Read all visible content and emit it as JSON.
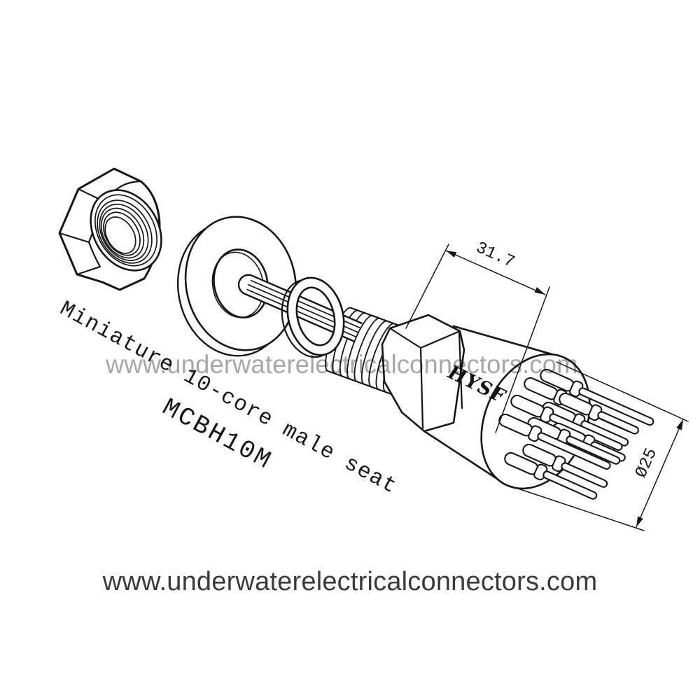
{
  "labels": {
    "product": "Miniature 10-core male seat",
    "model": "MCBH10M",
    "brand": "HYSF"
  },
  "dimensions": {
    "length": "31.7",
    "diameter": "Ø25"
  },
  "watermark": {
    "text": "www.underwaterelectricalconnectors.com"
  },
  "footer": {
    "url": "www.underwaterelectricalconnectors.com"
  },
  "colors": {
    "line": "#161616",
    "watermark_gray": "#a7a7a7",
    "footer_text": "#3a3a3a",
    "background": "#ffffff"
  }
}
